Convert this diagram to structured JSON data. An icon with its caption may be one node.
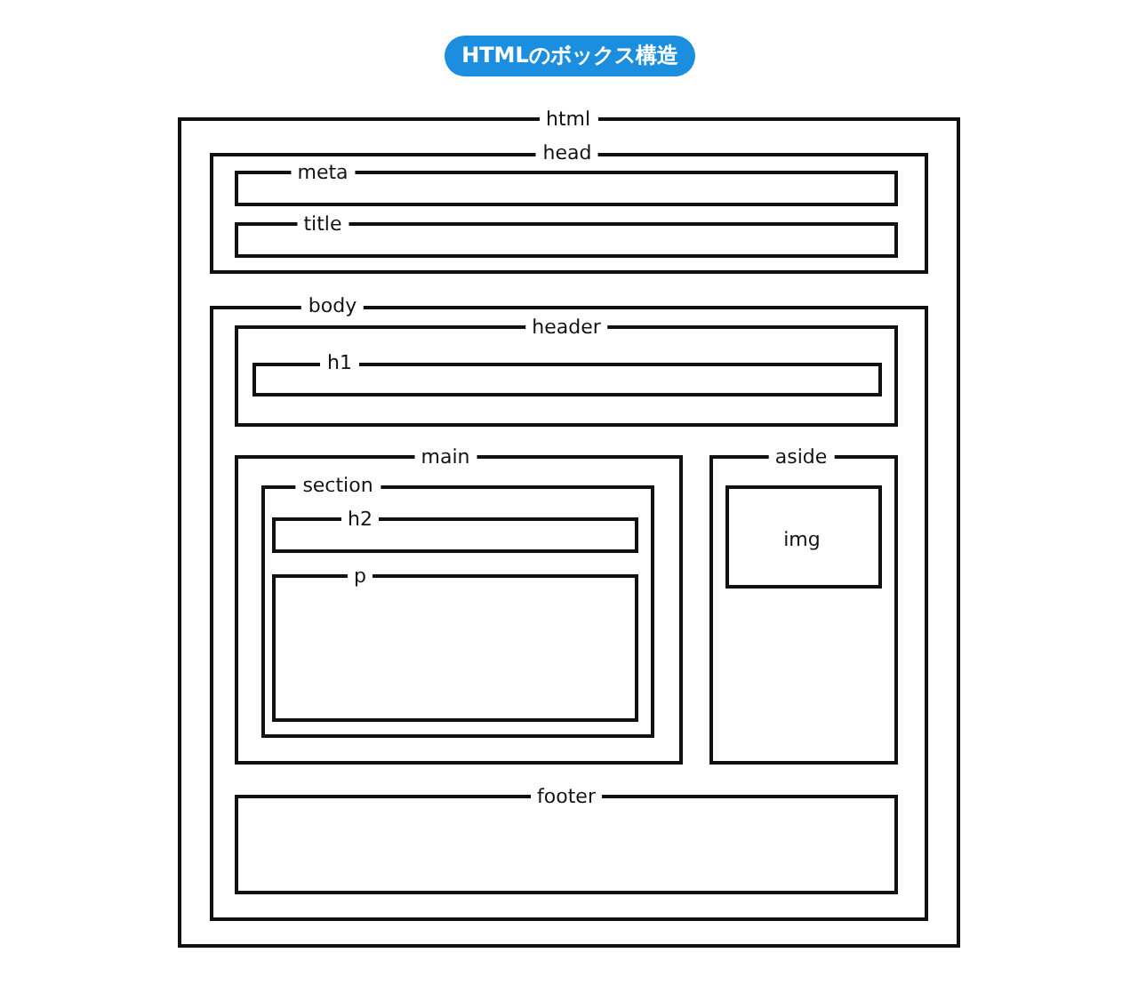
{
  "diagram": {
    "title": "HTMLのボックス構造",
    "nodes": [
      {
        "text": [
          "html"
        ]
      },
      {
        "text": [
          "head"
        ],
        "in": 0
      },
      {
        "text": [
          "meta"
        ],
        "in": 1
      },
      {
        "text": [
          "title"
        ],
        "in": 1
      },
      {
        "text": [
          "body"
        ],
        "in": 0
      },
      {
        "text": [
          "header"
        ],
        "in": 4
      },
      {
        "text": [
          "h1"
        ],
        "in": 5
      },
      {
        "text": [
          "main"
        ],
        "in": 4
      },
      {
        "text": [
          "section"
        ],
        "in": 7
      },
      {
        "text": [
          "h2"
        ],
        "in": 8
      },
      {
        "text": [
          "p"
        ],
        "in": 8
      },
      {
        "text": [
          "aside"
        ],
        "in": 4
      },
      {
        "text": [
          "img"
        ],
        "in": 11
      },
      {
        "text": [
          "footer"
        ],
        "in": 4
      }
    ]
  }
}
